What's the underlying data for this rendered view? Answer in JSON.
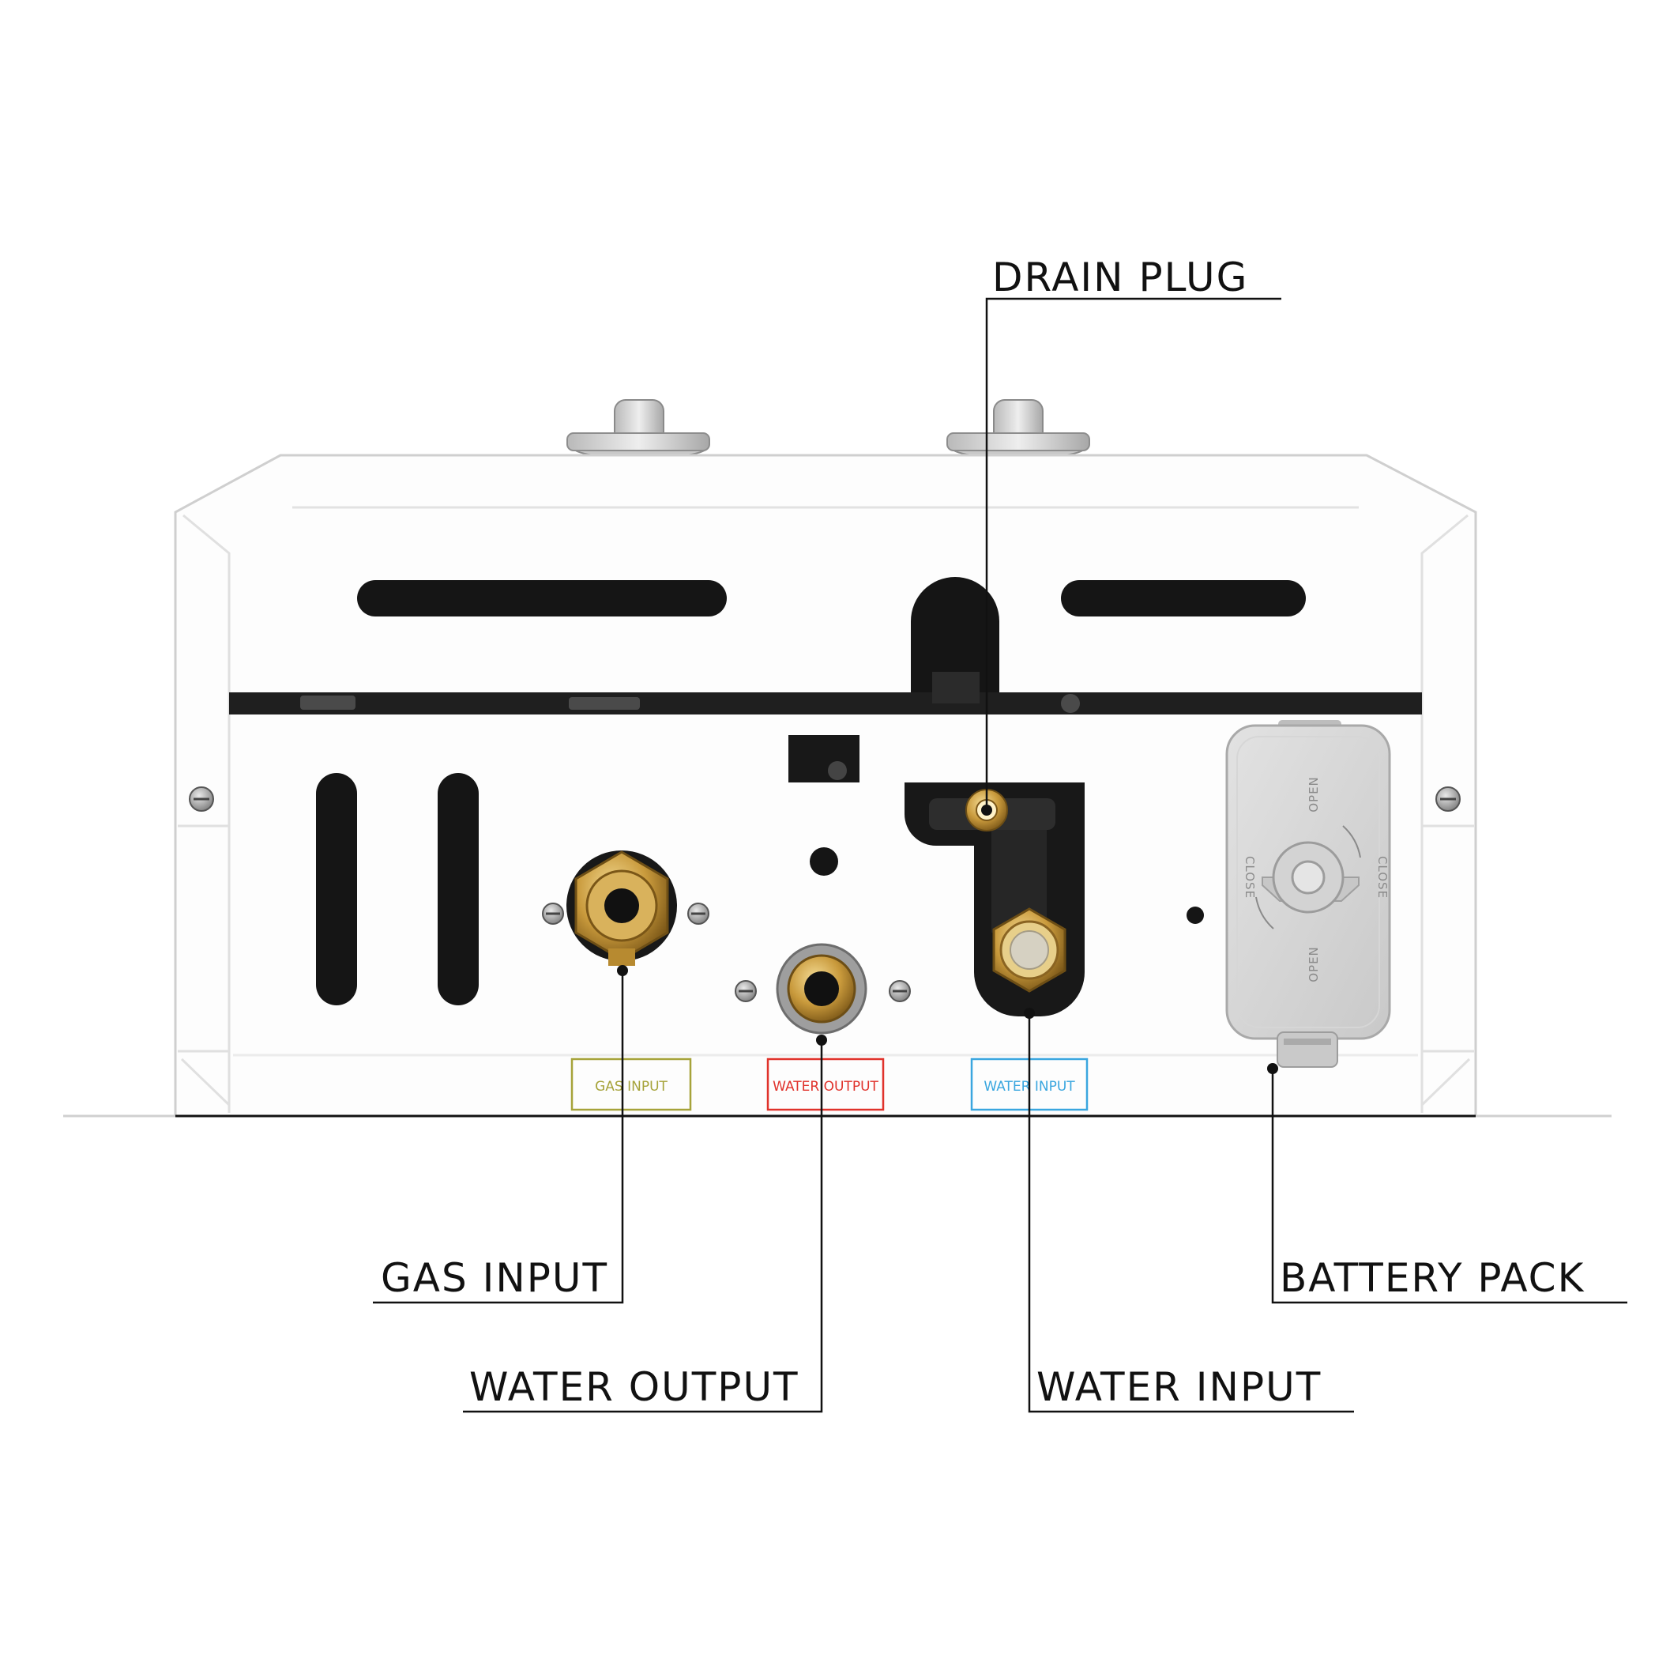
{
  "callouts": {
    "drain_plug": "DRAIN PLUG",
    "gas_input": "GAS INPUT",
    "water_output": "WATER OUTPUT",
    "water_input": "WATER INPUT",
    "battery_pack": "BATTERY PACK"
  },
  "plates": {
    "gas_input": "GAS INPUT",
    "water_output": "WATER OUTPUT",
    "water_input": "WATER INPUT"
  },
  "battery_cap": {
    "open_top": "OPEN",
    "open_bottom": "OPEN",
    "close_left": "CLOSE",
    "close_right": "CLOSE"
  },
  "colors": {
    "gas_plate": "#a6a33a",
    "water_output_plate": "#e0322b",
    "water_input_plate": "#3aa6df",
    "brass": "#c99a3c",
    "line": "#111111"
  },
  "icons": {
    "fittings": "brass-fitting-icon",
    "screws": "screw-icon"
  }
}
